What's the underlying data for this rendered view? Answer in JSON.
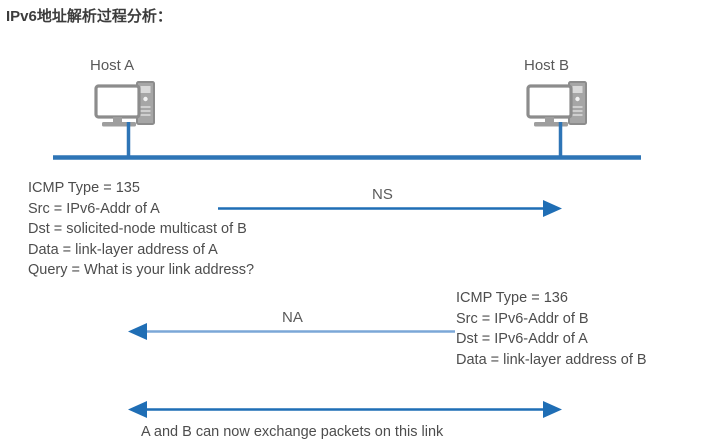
{
  "title": "IPv6地址解析过程分析：",
  "colors": {
    "bus_line": "#2e75b6",
    "arrow_dark": "#1f6eb5",
    "arrow_light": "#7ba7d7",
    "icon_gray": "#8c8c8c",
    "text": "#4d4d4d",
    "title": "#3c3c3c"
  },
  "hosts": [
    {
      "name": "host-a",
      "label": "Host A",
      "icon": "desktop-computer-icon"
    },
    {
      "name": "host-b",
      "label": "Host B",
      "icon": "desktop-computer-icon"
    }
  ],
  "messages": [
    {
      "key": "ns",
      "arrow_label": "NS",
      "direction": "left-to-right",
      "lines": [
        "ICMP Type = 135",
        "Src = IPv6-Addr of A",
        "Dst = solicited-node multicast of B",
        "Data = link-layer address of A",
        "Query = What is your link address?"
      ]
    },
    {
      "key": "na",
      "arrow_label": "NA",
      "direction": "right-to-left",
      "lines": [
        "ICMP Type = 136",
        "Src = IPv6-Addr of B",
        "Dst = IPv6-Addr of A",
        "Data = link-layer address of B"
      ]
    }
  ],
  "bottom": {
    "caption": "A and B can now exchange packets on this link",
    "direction": "bidirectional"
  }
}
